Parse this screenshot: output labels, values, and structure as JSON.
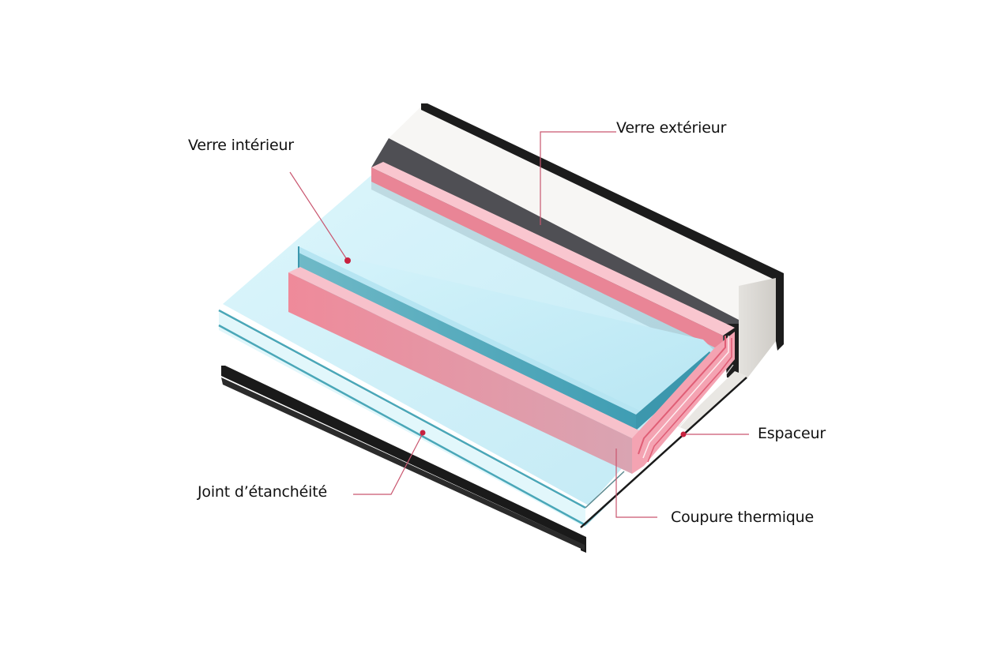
{
  "diagram": {
    "type": "exploded-isometric-cross-section",
    "subject": "Double-glazed window edge assembly",
    "colors": {
      "background": "#ffffff",
      "leader_line": "#c9566f",
      "leader_dot": "#c8223f",
      "frame_white": "#f7f6f4",
      "frame_dark": "#4f4f54",
      "frame_black": "#1a1a1a",
      "spacer_pink": "#f4a3b2",
      "spacer_pink_dark": "#e07a8c",
      "glass_light": "#c6eef8",
      "glass_blue": "#b3e4f3",
      "glass_edge": "#4aa7b8"
    },
    "labels": [
      {
        "id": "inner-glass",
        "text": "Verre intérieur"
      },
      {
        "id": "outer-glass",
        "text": "Verre extérieur"
      },
      {
        "id": "spacer",
        "text": "Espaceur"
      },
      {
        "id": "thermal-break",
        "text": "Coupure thermique"
      },
      {
        "id": "seal",
        "text": "Joint d’étanchéité"
      }
    ]
  }
}
